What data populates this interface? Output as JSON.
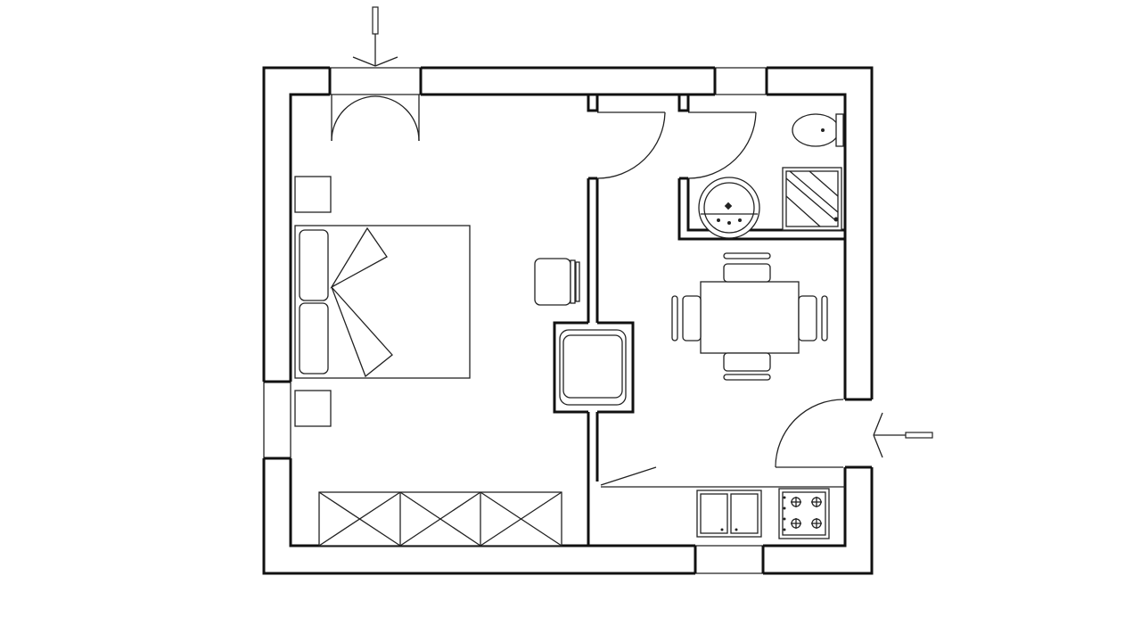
{
  "diagram": {
    "type": "floor-plan",
    "colors": {
      "line": "#111111",
      "background": "#ffffff"
    },
    "rooms": [
      {
        "id": "bedroom",
        "furniture": [
          "double-bed",
          "pillow",
          "pillow",
          "nightstand",
          "nightstand",
          "wardrobe",
          "armchair",
          "stool"
        ]
      },
      {
        "id": "bathroom",
        "furniture": [
          "toilet",
          "washbasin",
          "shower-tray"
        ]
      },
      {
        "id": "living-kitchen",
        "furniture": [
          "dining-table",
          "chair",
          "chair",
          "chair",
          "chair",
          "kitchen-sink",
          "cooktop"
        ]
      }
    ],
    "entrance_arrows": [
      "north-window-arrow",
      "east-door-arrow"
    ],
    "doors": [
      "bedroom-door",
      "bathroom-door",
      "entrance-door",
      "french-window",
      "kitchen-sliding-door"
    ]
  }
}
